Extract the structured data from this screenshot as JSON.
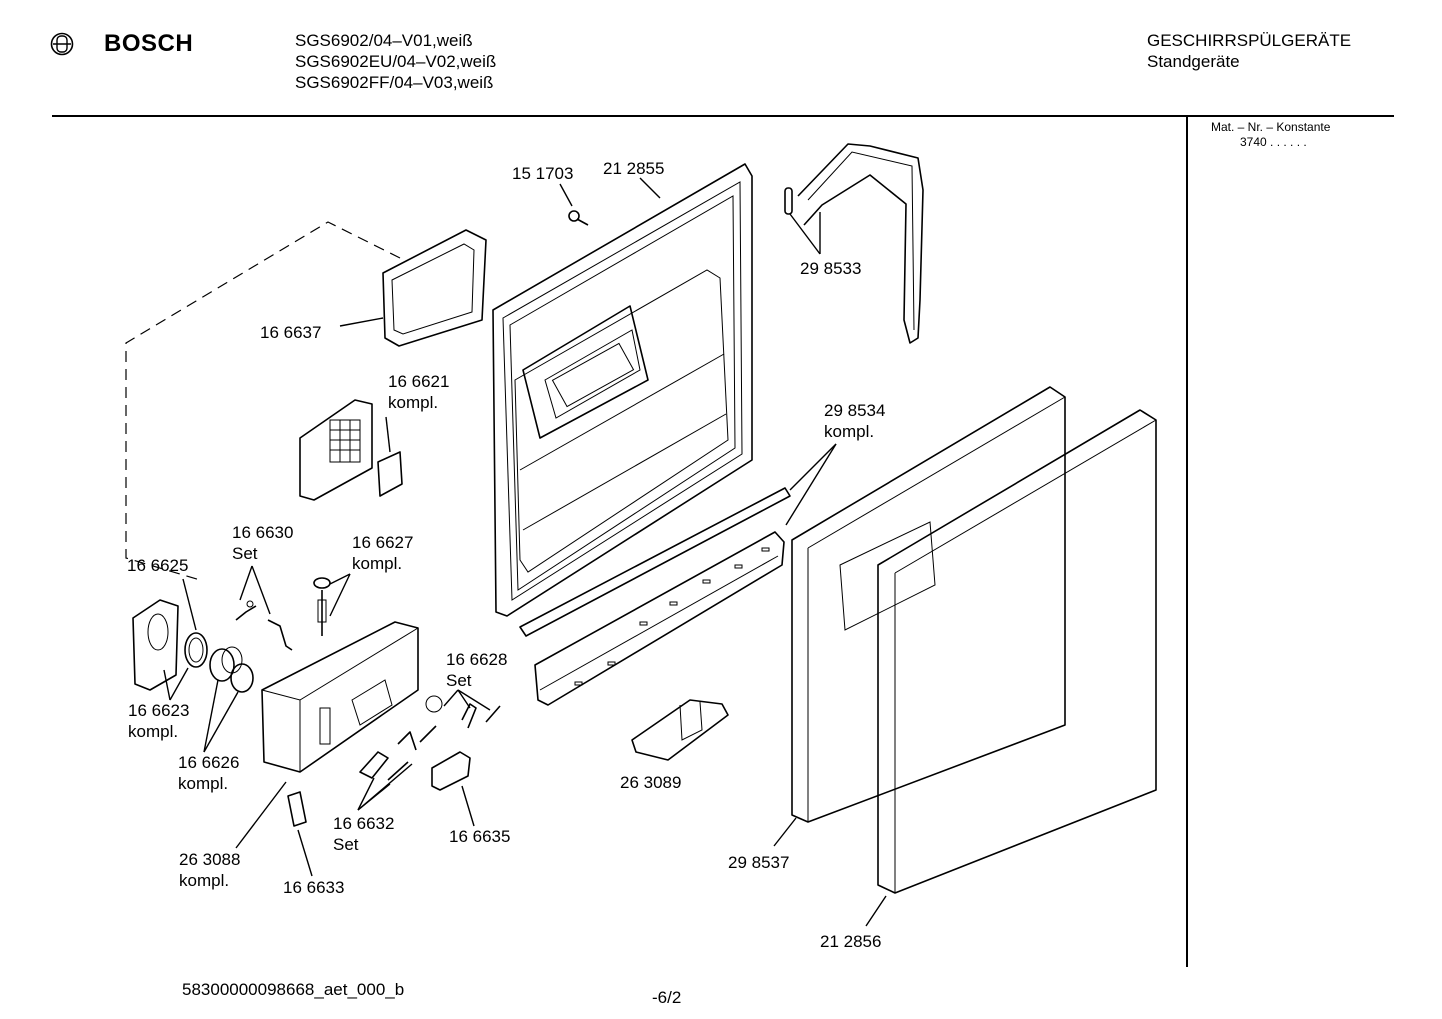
{
  "header": {
    "brand": "BOSCH",
    "models": [
      "SGS6902/04–V01,weiß",
      "SGS6902EU/04–V02,weiß",
      "SGS6902FF/04–V03,weiß"
    ],
    "category": "GESCHIRRSPÜLGERÄTE",
    "subcategory": "Standgeräte"
  },
  "sidebar": {
    "title": "Mat. – Nr. – Konstante",
    "value": "3740 .  .  .  .  .  ."
  },
  "parts": [
    {
      "number": "15 1703",
      "qualifier": ""
    },
    {
      "number": "21 2855",
      "qualifier": ""
    },
    {
      "number": "29 8533",
      "qualifier": ""
    },
    {
      "number": "16 6637",
      "qualifier": ""
    },
    {
      "number": "16 6621",
      "qualifier": "kompl."
    },
    {
      "number": "29 8534",
      "qualifier": "kompl."
    },
    {
      "number": "16 6630",
      "qualifier": "Set"
    },
    {
      "number": "16 6627",
      "qualifier": "kompl."
    },
    {
      "number": "16 6625",
      "qualifier": ""
    },
    {
      "number": "16 6628",
      "qualifier": "Set"
    },
    {
      "number": "16 6623",
      "qualifier": "kompl."
    },
    {
      "number": "16 6626",
      "qualifier": "kompl."
    },
    {
      "number": "26 3089",
      "qualifier": ""
    },
    {
      "number": "16 6632",
      "qualifier": "Set"
    },
    {
      "number": "16 6635",
      "qualifier": ""
    },
    {
      "number": "26 3088",
      "qualifier": "kompl."
    },
    {
      "number": "16 6633",
      "qualifier": ""
    },
    {
      "number": "29 8537",
      "qualifier": ""
    },
    {
      "number": "21 2856",
      "qualifier": ""
    }
  ],
  "footer": {
    "document_id": "58300000098668_aet_000_b",
    "page": "-6/2"
  }
}
